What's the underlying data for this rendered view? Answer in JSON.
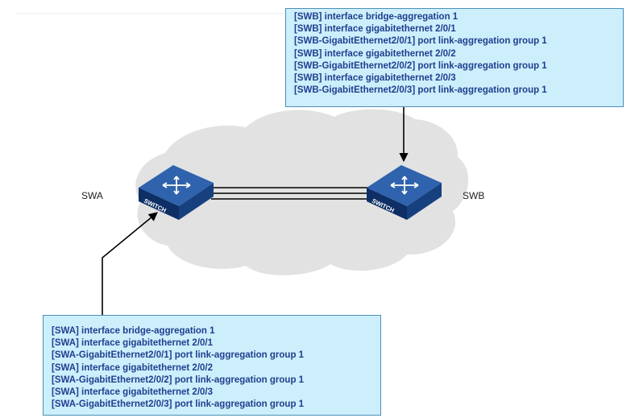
{
  "colors": {
    "box_fill": "#cdeefb",
    "box_border": "#4a90b8",
    "command_text": "#1f3f8f",
    "cloud": "#e2e2e2",
    "switch_top": "#2f63ad",
    "switch_side": "#17407f",
    "switch_front": "#0d2f66"
  },
  "swb_box": {
    "lines": [
      "[SWB] interface bridge-aggregation 1",
      "[SWB] interface gigabitethernet 2/0/1",
      "[SWB-GigabitEthernet2/0/1] port link-aggregation group 1",
      "[SWB] interface gigabitethernet 2/0/2",
      "[SWB-GigabitEthernet2/0/2] port link-aggregation group 1",
      "[SWB] interface gigabitethernet 2/0/3",
      "[SWB-GigabitEthernet2/0/3] port link-aggregation group 1"
    ]
  },
  "swa_box": {
    "lines": [
      "[SWA] interface bridge-aggregation 1",
      "[SWA] interface gigabitethernet 2/0/1",
      "[SWA-GigabitEthernet2/0/1] port link-aggregation group 1",
      "[SWA] interface gigabitethernet 2/0/2",
      "[SWA-GigabitEthernet2/0/2] port link-aggregation group 1",
      "[SWA] interface gigabitethernet 2/0/3",
      "[SWA-GigabitEthernet2/0/3] port link-aggregation group 1"
    ]
  },
  "switches": {
    "swa": {
      "name": "SWA",
      "icon_text": "SWITCH",
      "icon": "switch-icon"
    },
    "swb": {
      "name": "SWB",
      "icon_text": "SWITCH",
      "icon": "switch-icon"
    }
  },
  "links": {
    "count": 3
  }
}
